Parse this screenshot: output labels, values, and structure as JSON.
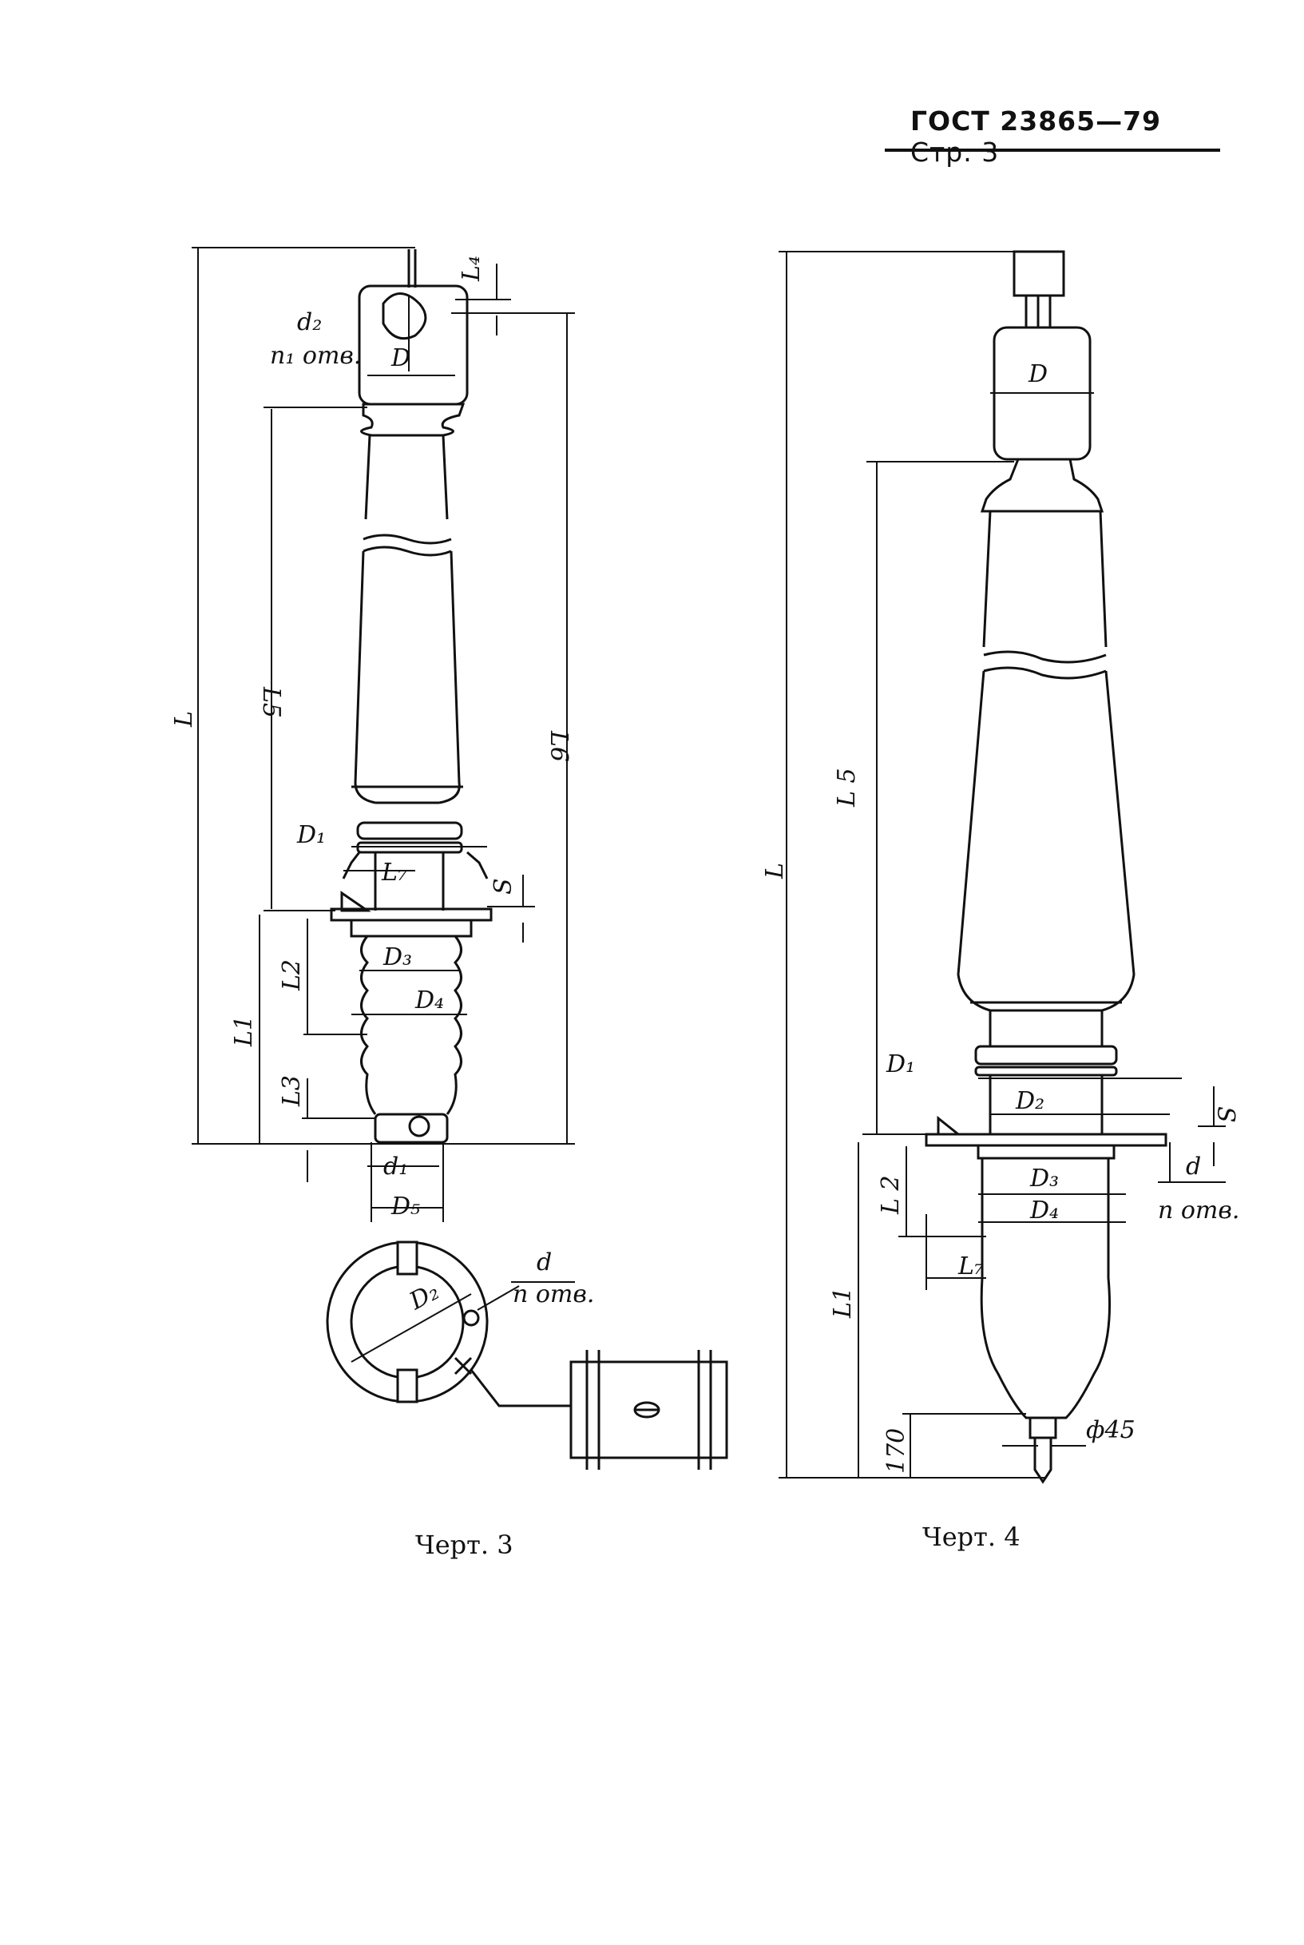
{
  "header": {
    "standard": "ГОСТ 23865—79",
    "page": "Стр. 3"
  },
  "fig3": {
    "caption": "Черт. 3",
    "labels": {
      "d2": "d₂",
      "n1": "n₁ отв.",
      "D": "D",
      "L4": "L₄",
      "L": "L",
      "L5": "L5",
      "L6": "L6",
      "D1": "D₁",
      "L7": "L₇",
      "S": "S",
      "D3": "D₃",
      "D4": "D₄",
      "L2": "L2",
      "L1": "L1",
      "L3": "L3",
      "d1": "d₁",
      "D5": "D₅",
      "Dd2": "D₂",
      "d": "d",
      "n": "n отв."
    }
  },
  "fig4": {
    "caption": "Черт. 4",
    "labels": {
      "D": "D",
      "L": "L",
      "L5": "L 5",
      "D1": "D₁",
      "D2": "D₂",
      "S": "S",
      "d": "d",
      "D3": "D₃",
      "D4": "D₄",
      "n": "n отв.",
      "L2": "L 2",
      "L7": "L₇",
      "L1": "L1",
      "d45": "ф45",
      "v170": "170"
    }
  }
}
